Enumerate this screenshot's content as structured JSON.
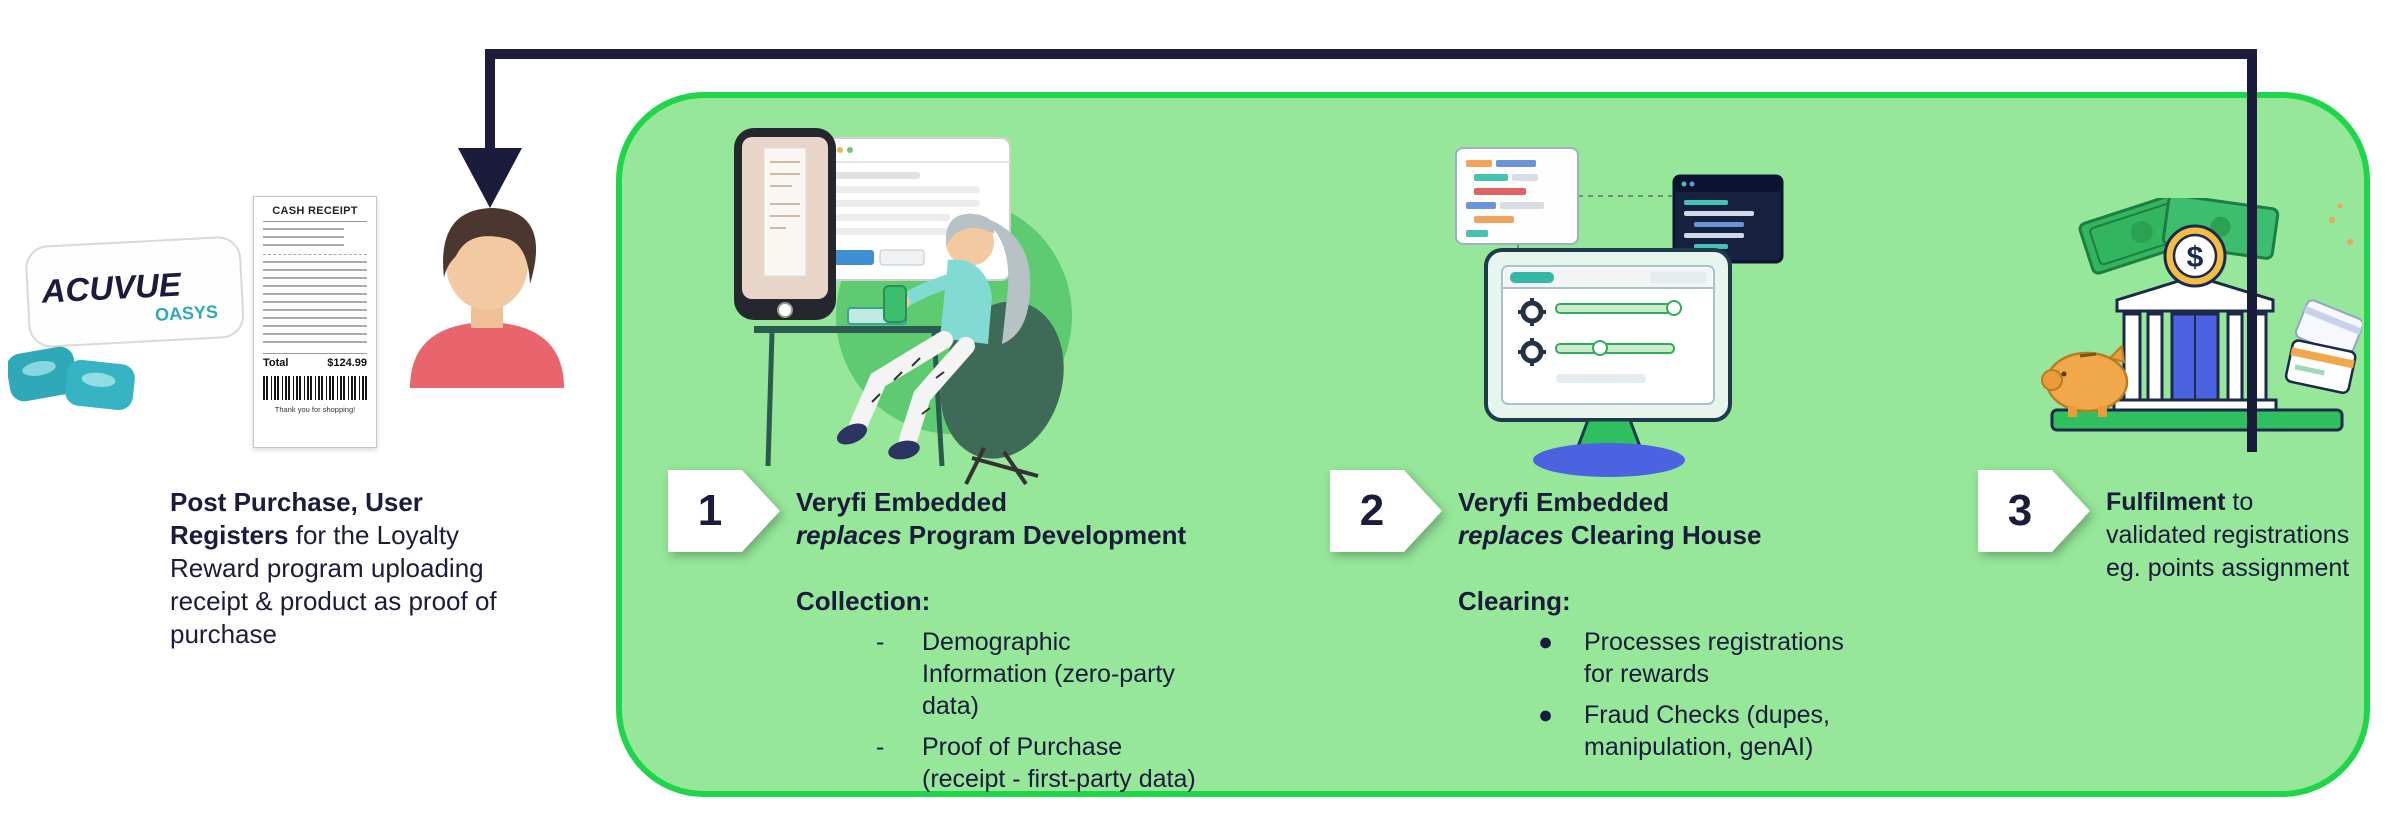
{
  "colors": {
    "navy": "#1b1b3c",
    "green_box_fill": "#96e79a",
    "green_box_border": "#1fd64a",
    "teal": "#2fa9b8",
    "accent_green": "#2fbf5f",
    "blue": "#4b63e0",
    "gold": "#f3bc45",
    "person_red": "#e8656d"
  },
  "left": {
    "product": {
      "brand": "ACUVUE",
      "line": "OASYS"
    },
    "receipt": {
      "title": "CASH RECEIPT",
      "total_label": "Total",
      "total_value": "$124.99",
      "footer": "Thank you for shopping!"
    },
    "caption": {
      "bold": "Post Purchase, User Registers",
      "rest": " for the Loyalty Reward program uploading receipt & product as proof of purchase"
    }
  },
  "steps": [
    {
      "number": "1",
      "title_line1": "Veryfi Embedded",
      "title_italic": "replaces",
      "title_rest": " Program Development",
      "list_header": "Collection:",
      "marker": "-",
      "items": [
        "Demographic Information (zero-party data)",
        "Proof of Purchase (receipt - first-party data)"
      ]
    },
    {
      "number": "2",
      "title_line1": "Veryfi Embedded",
      "title_italic": "replaces",
      "title_rest": " Clearing House",
      "list_header": "Clearing:",
      "marker": "●",
      "items": [
        "Processes registrations for rewards",
        "Fraud Checks (dupes, manipulation, genAI)"
      ]
    },
    {
      "number": "3",
      "text_bold": "Fulfilment",
      "text_rest": " to validated registrations eg. points assignment",
      "dollar": "$"
    }
  ]
}
